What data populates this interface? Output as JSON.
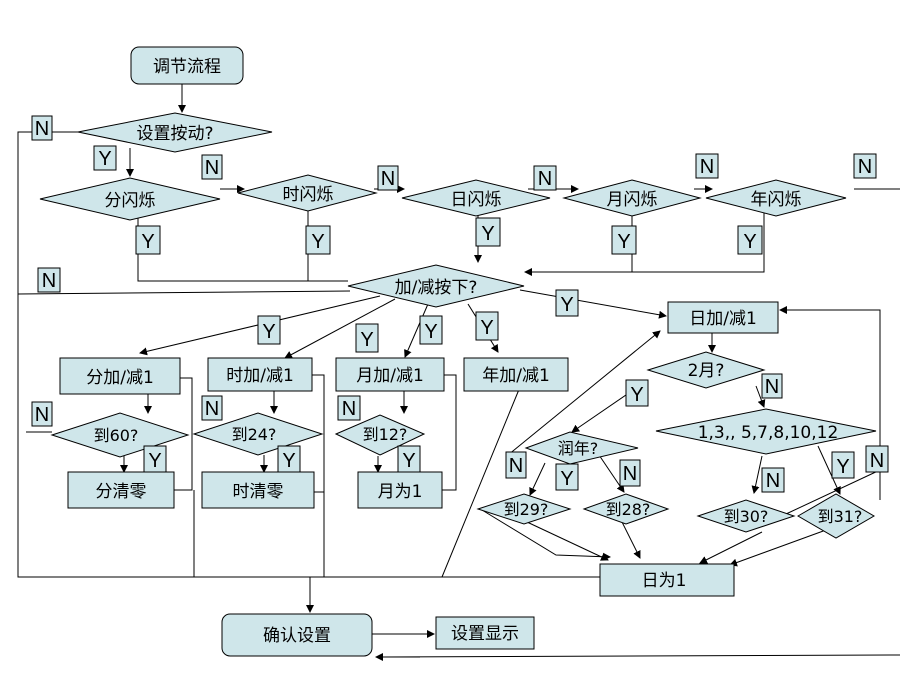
{
  "nodes": {
    "start": "调节流程",
    "set_pressed": "设置按动?",
    "min_blink": "分闪烁",
    "hour_blink": "时闪烁",
    "day_blink": "日闪烁",
    "month_blink": "月闪烁",
    "year_blink": "年闪烁",
    "plus_minus_pressed": "加/减按下?",
    "min_adjust": "分加/减1",
    "hour_adjust": "时加/减1",
    "month_adjust": "月加/减1",
    "year_adjust": "年加/减1",
    "day_adjust": "日加/减1",
    "reach_60": "到60?",
    "reach_24": "到24?",
    "reach_12": "到12?",
    "min_clear": "分清零",
    "hour_clear": "时清零",
    "month_set_1": "月为1",
    "is_feb": "2月?",
    "leap_year": "润年?",
    "long_months": "1,3,, 5,7,8,10,12",
    "reach_29": "到29?",
    "reach_28": "到28?",
    "reach_30": "到30?",
    "reach_31": "到31?",
    "day_set_1": "日为1",
    "confirm": "确认设置",
    "display": "设置显示"
  },
  "labels": {
    "yes": "Y",
    "no": "N"
  }
}
